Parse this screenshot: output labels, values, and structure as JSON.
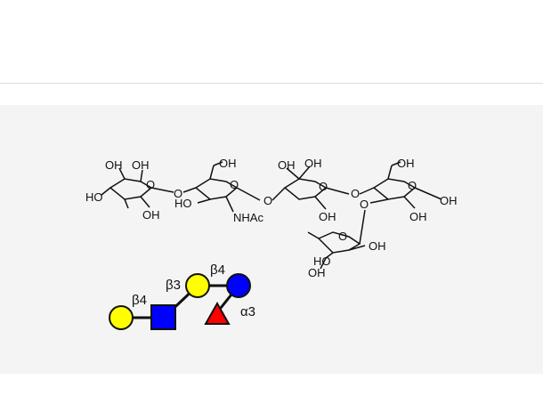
{
  "structure": {
    "atoms": {
      "oh": "OH",
      "ho": "HO",
      "o": "O",
      "nhac": "NHAc"
    }
  },
  "symbol_glycan": {
    "residues": [
      {
        "shape": "circle",
        "color": "#FFFF00",
        "name": "yellow-circle"
      },
      {
        "shape": "square",
        "color": "#0000FF",
        "name": "blue-square"
      },
      {
        "shape": "circle",
        "color": "#FFFF00",
        "name": "yellow-circle"
      },
      {
        "shape": "circle",
        "color": "#0000FF",
        "name": "blue-circle"
      },
      {
        "shape": "triangle",
        "color": "#FF0000",
        "name": "red-triangle"
      }
    ],
    "linkages": {
      "l1": "β4",
      "l2": "β3",
      "l3": "β4",
      "l4": "α3"
    }
  },
  "colors": {
    "panel": "#f4f4f4",
    "divider": "#dcdcdc"
  }
}
